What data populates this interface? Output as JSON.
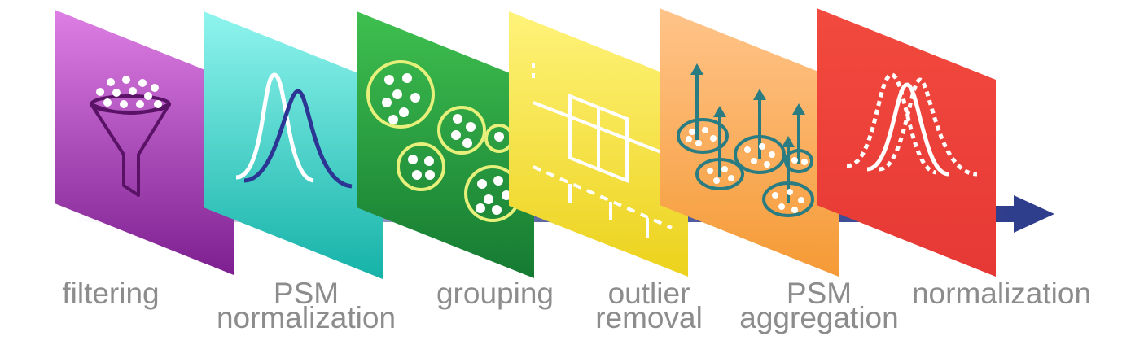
{
  "colors": {
    "arrow": "#2e3d8c",
    "filtering": "#b03fc2",
    "psm_normalization": "#2cc9c0",
    "grouping": "#1e9c3e",
    "outlier_removal": "#f2dc2a",
    "psm_aggregation": "#f6a241",
    "normalization": "#ec3f3a",
    "label_text": "#8c8c8c"
  },
  "steps": [
    {
      "id": "filtering",
      "icon": "funnel-icon",
      "label_lines": [
        "filtering"
      ]
    },
    {
      "id": "psm-normalization",
      "icon": "gaussian-curves-icon",
      "label_lines": [
        "PSM",
        "normalization"
      ]
    },
    {
      "id": "grouping",
      "icon": "grouped-dots-icon",
      "label_lines": [
        "grouping"
      ]
    },
    {
      "id": "outlier-removal",
      "icon": "boxplot-icon",
      "label_lines": [
        "outlier",
        "removal"
      ]
    },
    {
      "id": "psm-aggregation",
      "icon": "aggregation-arrows-icon",
      "label_lines": [
        "PSM",
        "aggregation"
      ]
    },
    {
      "id": "normalization",
      "icon": "shifted-gaussian-icon",
      "label_lines": [
        "normalization"
      ]
    }
  ]
}
